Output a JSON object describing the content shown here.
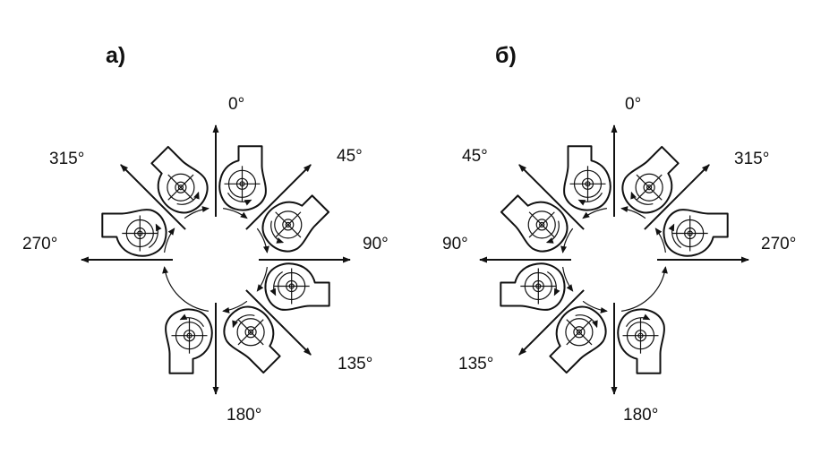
{
  "panels": [
    {
      "id": "a",
      "title": "а)",
      "mirror": false,
      "positions": [
        {
          "angle": 0,
          "label": "0°"
        },
        {
          "angle": 45,
          "label": "45°"
        },
        {
          "angle": 90,
          "label": "90°"
        },
        {
          "angle": 135,
          "label": "135°"
        },
        {
          "angle": 180,
          "label": "180°"
        },
        {
          "angle": 270,
          "label": "270°"
        },
        {
          "angle": 315,
          "label": "315°"
        }
      ]
    },
    {
      "id": "b",
      "title": "б)",
      "mirror": true,
      "positions": [
        {
          "angle": 0,
          "label": "0°"
        },
        {
          "angle": 45,
          "label": "45°"
        },
        {
          "angle": 90,
          "label": "90°"
        },
        {
          "angle": 135,
          "label": "135°"
        },
        {
          "angle": 180,
          "label": "180°"
        },
        {
          "angle": 270,
          "label": "270°"
        },
        {
          "angle": 315,
          "label": "315°"
        }
      ]
    }
  ],
  "colors": {
    "ink": "#111111",
    "background": "#ffffff"
  }
}
